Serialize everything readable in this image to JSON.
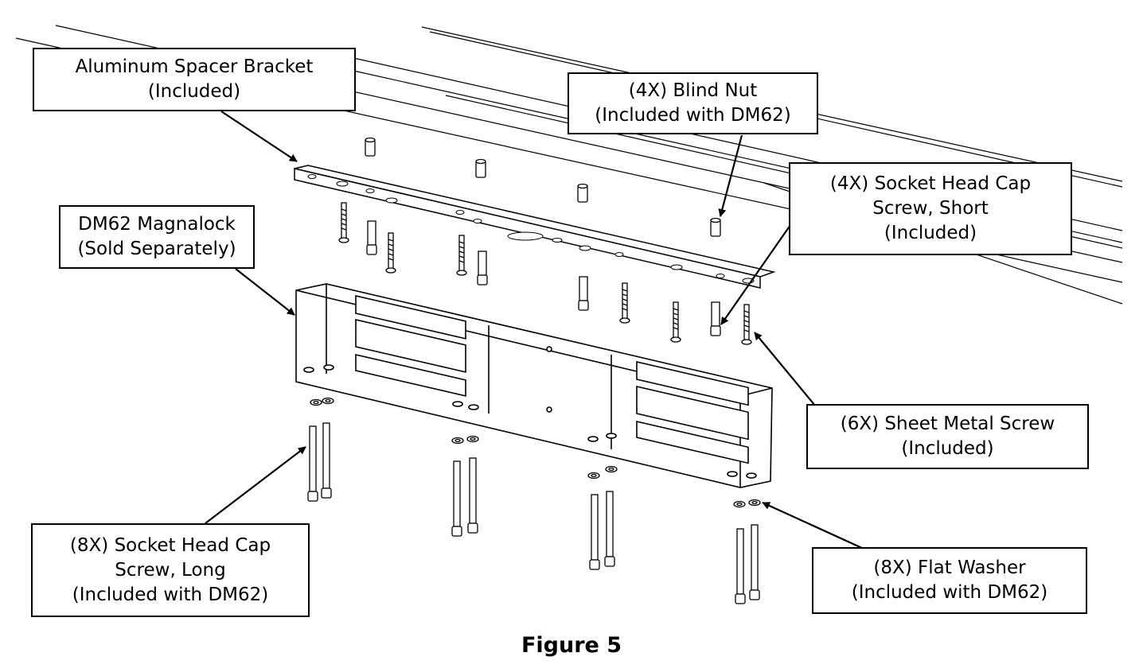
{
  "callouts": {
    "spacer_bracket": [
      "Aluminum Spacer Bracket",
      "(Included)"
    ],
    "blind_nut": [
      "(4X) Blind Nut",
      "(Included with DM62)"
    ],
    "magnalock": [
      "DM62 Magnalock",
      "(Sold Separately)"
    ],
    "short_screw": [
      "(4X) Socket Head Cap",
      "Screw, Short",
      "(Included)"
    ],
    "sheet_metal_screw": [
      "(6X) Sheet Metal Screw",
      "(Included)"
    ],
    "long_screw": [
      "(8X) Socket Head Cap",
      "Screw, Long",
      "(Included with DM62)"
    ],
    "flat_washer": [
      "(8X) Flat Washer",
      "(Included with DM62)"
    ]
  },
  "caption": "Figure 5"
}
